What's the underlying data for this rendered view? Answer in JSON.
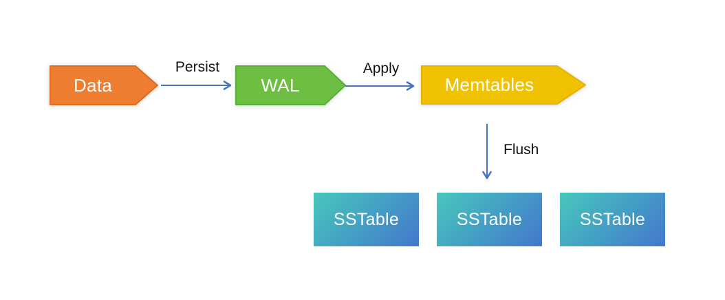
{
  "diagram": {
    "nodes": {
      "data": {
        "label": "Data"
      },
      "wal": {
        "label": "WAL"
      },
      "memtables": {
        "label": "Memtables"
      }
    },
    "edges": {
      "persist": {
        "label": "Persist"
      },
      "apply": {
        "label": "Apply"
      },
      "flush": {
        "label": "Flush"
      }
    },
    "sstables": [
      {
        "label": "SSTable"
      },
      {
        "label": "SSTable"
      },
      {
        "label": "SSTable"
      }
    ]
  },
  "colors": {
    "data_node": "#ED7D31",
    "wal_node": "#6FBE44",
    "memtables_node": "#EFC100",
    "arrow_blue": "#4472C4",
    "node_text": "#FFFFFF",
    "edge_label_text": "#111111",
    "sstable_gradient_start": "#46C8BC",
    "sstable_gradient_end": "#4377CD",
    "background": "#FFFFFF"
  }
}
